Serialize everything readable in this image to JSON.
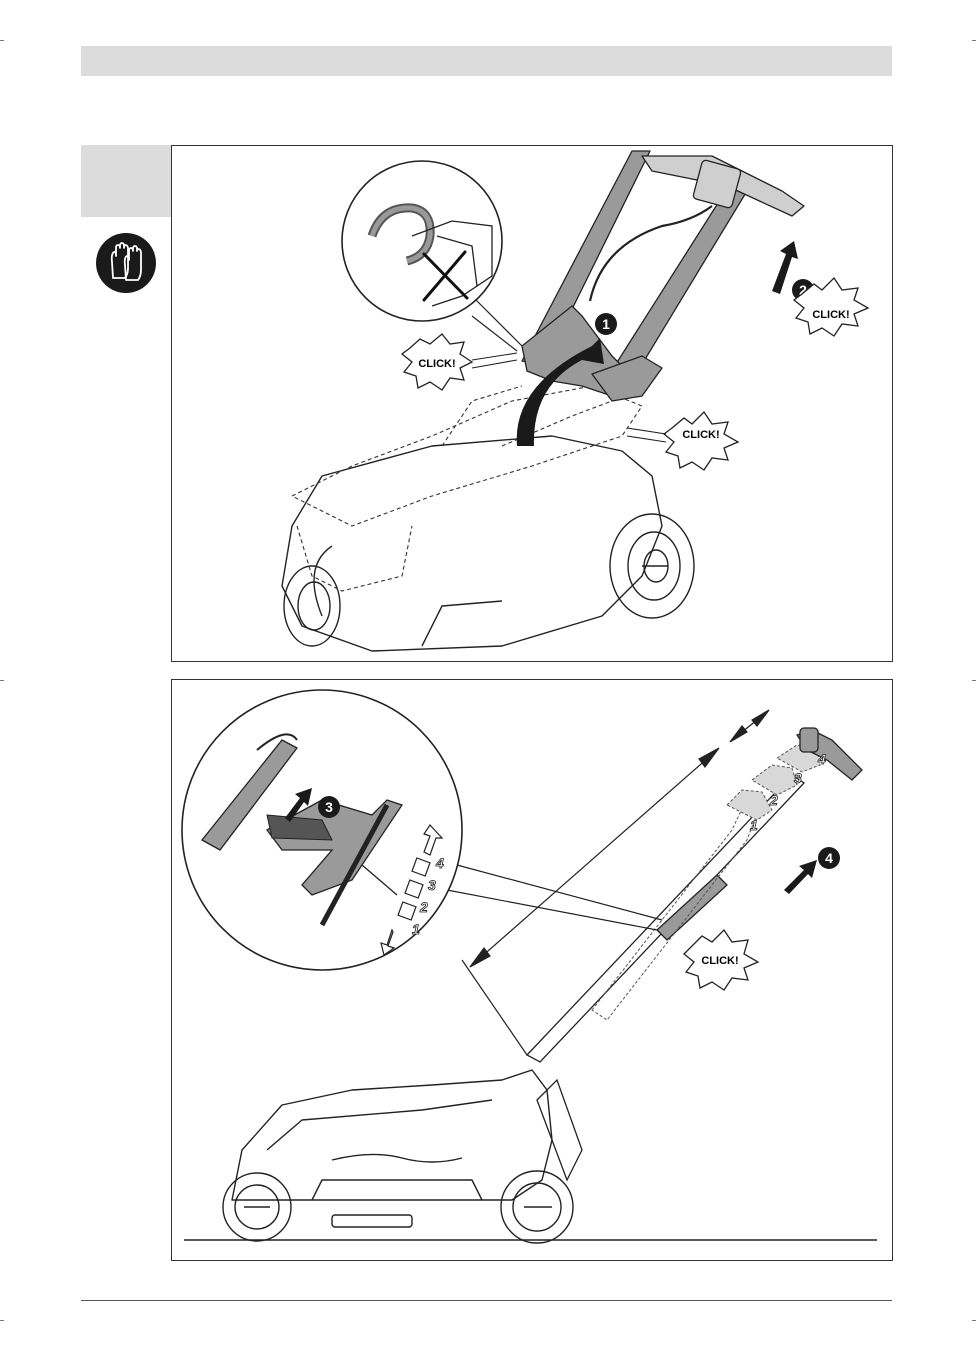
{
  "icons": {
    "gloves": "gloves-icon",
    "step_1": "step-1-badge",
    "step_2": "step-2-badge",
    "step_3": "step-3-badge",
    "step_4": "step-4-badge",
    "do_not_pinch": "cross-icon"
  },
  "figure_top": {
    "step_1": "1",
    "step_2": "2",
    "click_left": "CLICK!",
    "click_right": "CLICK!",
    "click_far_right": "CLICK!"
  },
  "figure_bottom": {
    "step_3": "3",
    "step_4": "4",
    "click": "CLICK!",
    "handle_positions": [
      "1",
      "2",
      "3",
      "4"
    ],
    "scale_positions": [
      "4",
      "3",
      "2",
      "1"
    ]
  },
  "colors": {
    "header_gray": "#dcdcdc",
    "handle_gray": "#9a9a9a",
    "badge_black": "#1a1a1a"
  }
}
